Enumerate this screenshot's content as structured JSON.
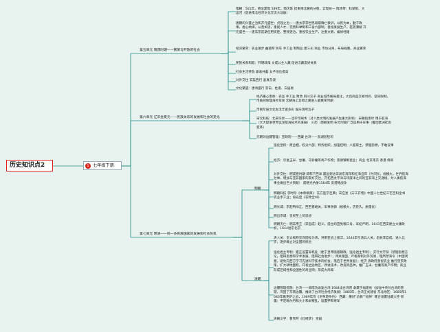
{
  "root": "历史知识点2",
  "book": {
    "badge": "1",
    "label": "七年级下册"
  },
  "units": {
    "u5": {
      "title": "第五单元 隋唐时期——繁荣与开放的社会",
      "items": [
        "隋朝：581年，杨坚建隋 589年，隋灭陈 结束南北朝的分裂，实现统一 隋场帝：科举制、大运河（促进南北经济文化交流大动脉）",
        "唐朝的兴盛之治和开元盛世：贞观之治——唐太宗李世民吸取隋亡教训，以民为本，勤于政事，虚心纳谏，从善如流，重视人才，完善科举制和三省六部制，重视发展生产，轻徭薄赋 开元盛世——唐玄宗前期任用贤臣，整顿吏治，重视农业生产，注重文教，编修经籍",
        "经济繁荣：农业进步 曲辕犁 筒车 手工业 制陶业 唐三彩 商业 市坊分离，布局规整，商业繁荣",
        "民族关系和睦：开明政策 文成公主入藏 促进汉藏友好关系",
        "社会生活开放 兼收并蓄 女子地位提高",
        "对外交往 玄奘西行 鉴真东渡",
        "文化繁盛：唐诗盛行 李白、杜甫、白居易"
      ]
    },
    "u6": {
      "title": "第六单元 辽宋金夏元——民族关系的发展和社会的变化",
      "items": [
        "经济重心南移：农业 手工业 财政 四川交子 商业城市格局变化，大包商品交易时间、空间限制，市舶司管理海外贸易 元朝海上丝绸之路进入最繁荣时期",
        "市民阶层文化生活丰富多彩 娱乐场所瓦子",
        "宋元科技：北宋毕昇——活字印刷术（对人类文明的发展产生重大影响） 宋朝指南针 用于航海（大大促进世界远洋航海技术的发展） 火药（唐朝发明 宋元时期广泛应用于军事（推动欧洲社会变革）",
        "元朝对边疆管理：宣政院——西藏 台湾——澎湖巡检司"
      ]
    },
    "u7": {
      "title": "第七单元 明清——统一多民族国家的发展和社会危机",
      "ming": {
        "label": "明朝",
        "items": [
          "强化皇权：废丞相，权分六部；特务组织，加强控制；八股取士，禁锢思想，不敢议事",
          "经济：引进玉米、甘薯、马铃薯等高产作物；景德镇制瓷业；商业 北京南京 香港 佛商",
          "对外交往：明成祖时期 郑和下西洋 最远到达非洲东海岸和红海沿岸（时间长，规模大，世界航海壮举，增加与亚非国家的友好交往，开拓西太平洋与印度洋之间的亚非海上交通线，为人类航海事业做出巨大贡献） 戚继光抗倭1564年 反侵略战争",
          "明朝科技 李时珍《本草纲目》 东方医学巨典；宋应星《天工开物》中国十七世纪工艺百科全书 农业手工业；徐光启《农政全书》",
          "明长城：东起鸭绿江，西至嘉峪关，军事防御（规模大，历史久，质量优）",
          "明出京城：皇权至上的思想",
          "明朝灭亡：明末用王（李自成）起义，提出均田免粮口号，军纪严明，1643在西安建立大顺政权，1644进京北京"
        ]
      },
      "qing": {
        "label": "清朝",
        "items": [
          "清入关：皇太极称皇改国号为清，洪雨亚战上接浮，1644年引清兵入关，击败李自成，进入北京，逐步确立对全国的统治",
          "强化君主专制：雍正设置军机处（便于皇帝随督朝政，强化君主专制）；实行文字狱（禁锢思想言论，阻碍思想和学术发展，阻碍社会进步）；闭关锁国，严格限制对外贸易，理所禁海令（中国闭塞，避免向西方学习先进科学技术的机会，落后于世界发展）；经济 清政府重视农业 推行垦荒政策，扩大耕地面积，开发边远地区，改进技术，改良新品种，推广玉米、甘薯等高产作物；商业形成区域性和全国性的商业网；形成大商帮",
          "边疆管理措施：台湾——郑成功收复台湾 1684设台湾府 隶属于福建省（加强中央对台湾的管辖，巩固了东南边疆，推动了台湾社会经济发展）1885年，台湾正式建省 东北地区：1685和1686年雅克萨之战，1689年签《尼布楚条约》 西藏：册封\"达赖\"\"班禅\" 雍正设置驻藏大臣 新疆：平定噶尔丹和大小和卓叛乱，设置伊犁将军",
          "清朝文学：曹雪芹《红楼梦》 京剧"
        ]
      }
    }
  },
  "colors": {
    "line": "#1c8a86",
    "root_border": "#e1231d",
    "badge": "#d9241b"
  }
}
